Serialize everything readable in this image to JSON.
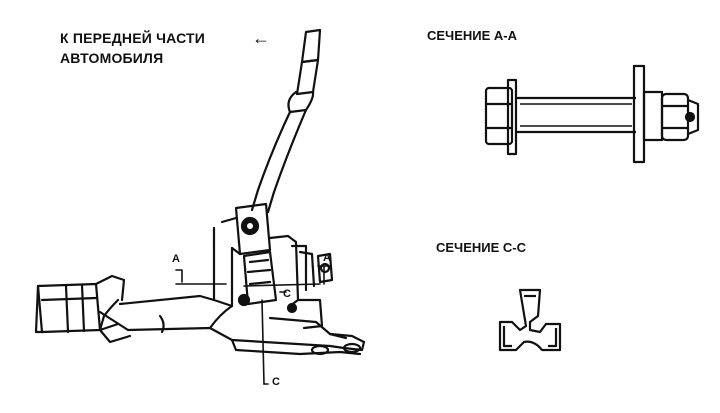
{
  "front_label": {
    "line1": "К ПЕРЕДНЕЙ ЧАСТИ",
    "line2": "АВТОМОБИЛЯ",
    "arrow": "←"
  },
  "sections": {
    "aa_title": "СЕЧЕНИЕ А-А",
    "cc_title": "СЕЧЕНИЕ С-С"
  },
  "markers": {
    "a_left": "A",
    "a_right": "A",
    "c_small": "C",
    "c_bottom": "C"
  },
  "colors": {
    "ink": "#111111",
    "paper": "#ffffff"
  }
}
